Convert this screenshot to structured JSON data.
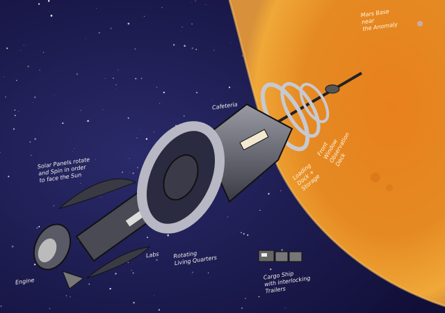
{
  "colors": {
    "space": "#17154a",
    "mars": "#e07a1a",
    "mars_light": "#f0a030",
    "hull": "#6a6a72"
  },
  "labels": {
    "mars_base": "Mars Base\nnear\nthe Anomaly",
    "solar_panels": "Solar Panels rotate\nand Spin in order\nto face the Sun",
    "cafeteria": "Cafeteria",
    "observation_deck": "Front\nWindow\nObservation\nDeck",
    "loading_dock": "Loading\nDock +\nStorage",
    "labs": "Labs",
    "living_quarters": "Rotating\nLiving Quarters",
    "cargo_ship": "Cargo Ship\nwith interlocking\nTrailers",
    "engine": "Engine"
  }
}
